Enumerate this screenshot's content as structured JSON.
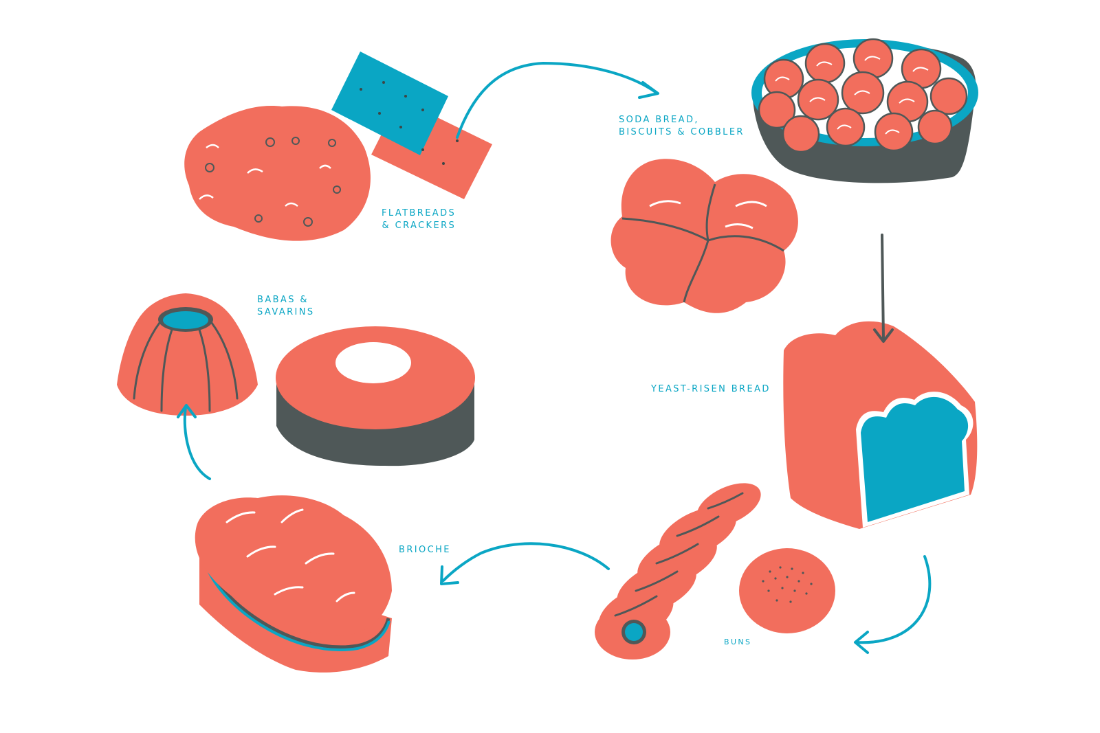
{
  "colors": {
    "coral": "#f26e5d",
    "teal": "#0aa6c4",
    "slate": "#4f5858",
    "outline": "#3e4646",
    "background": "#ffffff"
  },
  "stages": [
    {
      "id": "flatbreads",
      "lines": [
        "FLATBREADS",
        "& CRACKERS"
      ]
    },
    {
      "id": "soda-bread",
      "lines": [
        "SODA BREAD,",
        "BISCUITS & COBBLER"
      ]
    },
    {
      "id": "yeast-bread",
      "lines": [
        "YEAST-RISEN BREAD"
      ]
    },
    {
      "id": "buns",
      "lines": [
        "BUNS"
      ]
    },
    {
      "id": "brioche",
      "lines": [
        "BRIOCHE"
      ]
    },
    {
      "id": "babas",
      "lines": [
        "BABAS &",
        "SAVARINS"
      ]
    }
  ]
}
